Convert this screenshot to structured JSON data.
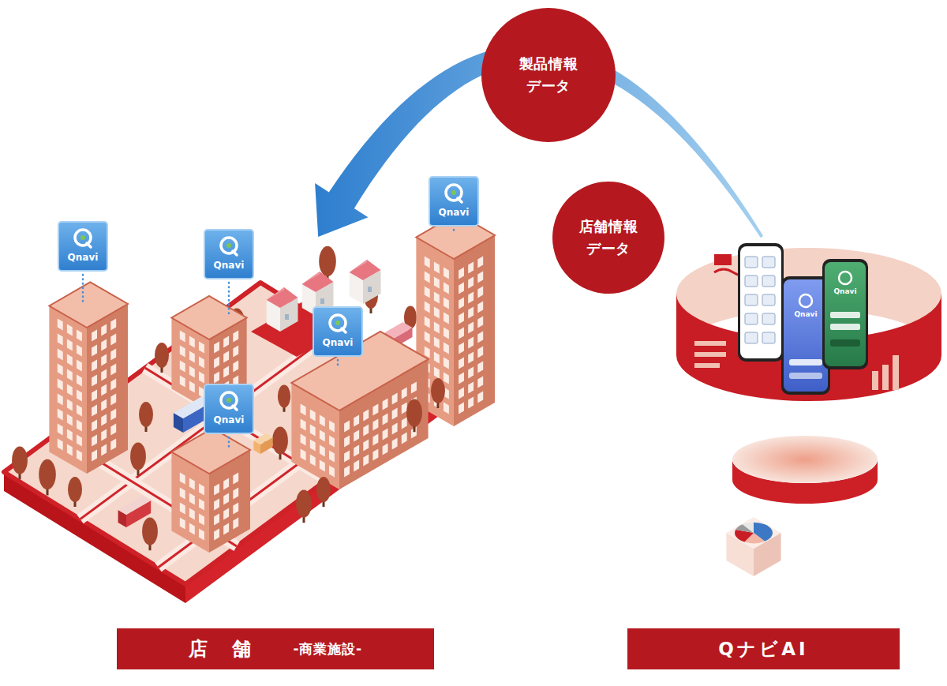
{
  "diagram": {
    "nodes": [
      {
        "text": [
          "製品情報 データ"
        ]
      },
      {
        "text": [
          "店舗情報 データ"
        ]
      },
      {
        "text": [
          "店舗",
          "-商業施設-"
        ]
      },
      {
        "text": [
          "QナビAI"
        ]
      }
    ],
    "edges": [
      {
        "from": 3,
        "to": 2,
        "arrow": "to"
      }
    ],
    "labels": [
      "Qnavi",
      "Qnavi",
      "Qnavi",
      "Qnavi",
      "Qnavi",
      "Qnavi",
      "Qnavi"
    ]
  }
}
